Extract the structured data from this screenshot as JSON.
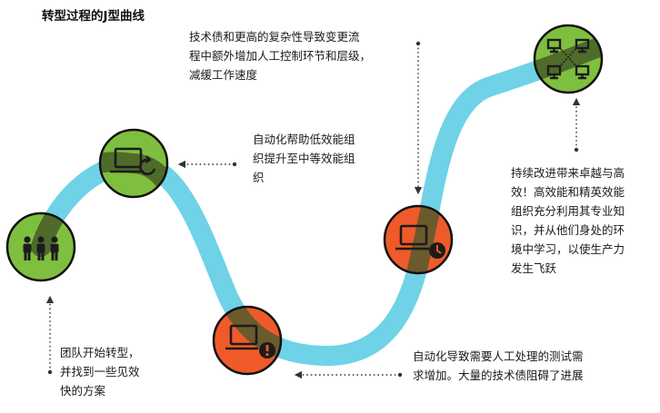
{
  "title": "转型过程的J型曲线",
  "colors": {
    "curve": "#6fd2e7",
    "green": "#7fbf3f",
    "orange": "#ef5a2a",
    "ring": "#111111",
    "icon": "#1c1c1c",
    "dots": "#333333"
  },
  "stages": [
    {
      "name": "team-circle",
      "color": "green",
      "icon": "people-icon"
    },
    {
      "name": "automation-circle",
      "color": "green",
      "icon": "laptop-refresh-icon"
    },
    {
      "name": "warning-circle",
      "color": "orange",
      "icon": "laptop-warning-icon"
    },
    {
      "name": "slowdown-circle",
      "color": "orange",
      "icon": "laptop-clock-icon"
    },
    {
      "name": "network-circle",
      "color": "green",
      "icon": "network-icon"
    }
  ],
  "annotations": {
    "tech_debt": [
      "技术债和更高的复杂性导致变更流",
      "程中额外增加人工控制环节和层级，",
      "减缓工作速度"
    ],
    "automation_help": [
      "自动化帮助低效能组",
      "织提升至中等效能组",
      "织"
    ],
    "continuous": [
      "持续改进带来卓越与高",
      "效！高效能和精英效能",
      "组织充分利用其专业知",
      "识，并从他们身处的环",
      "境中学习，以使生产力",
      "发生飞跃"
    ],
    "team_start": [
      "团队开始转型，",
      "并找到一些见效",
      "快的方案"
    ],
    "automation_manual": [
      "自动化导致需要人工处理的测试需",
      "求增加。大量的技术债阻碍了进展"
    ]
  }
}
